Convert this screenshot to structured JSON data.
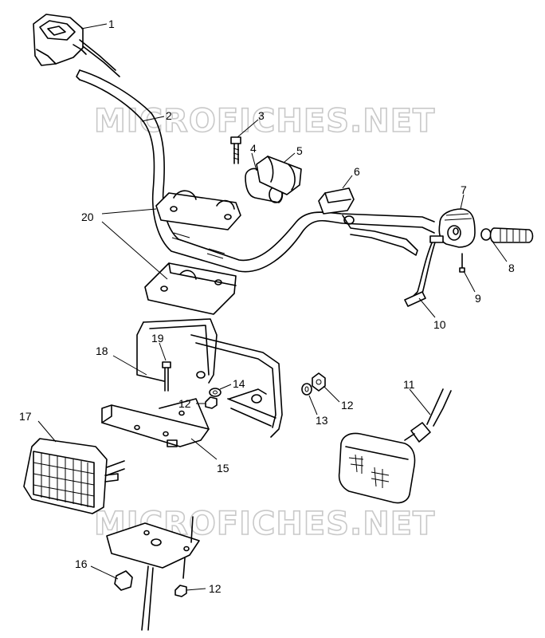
{
  "watermark": "MICROFICHES.NET",
  "callouts": {
    "c1": "1",
    "c2": "2",
    "c3": "3",
    "c4": "4",
    "c5": "5",
    "c6": "6",
    "c7": "7",
    "c8": "8",
    "c9": "9",
    "c10": "10",
    "c11": "11",
    "c12a": "12",
    "c12b": "12",
    "c12c": "12",
    "c13": "13",
    "c14": "14",
    "c15": "15",
    "c16": "16",
    "c17": "17",
    "c18": "18",
    "c19": "19",
    "c20": "20"
  }
}
